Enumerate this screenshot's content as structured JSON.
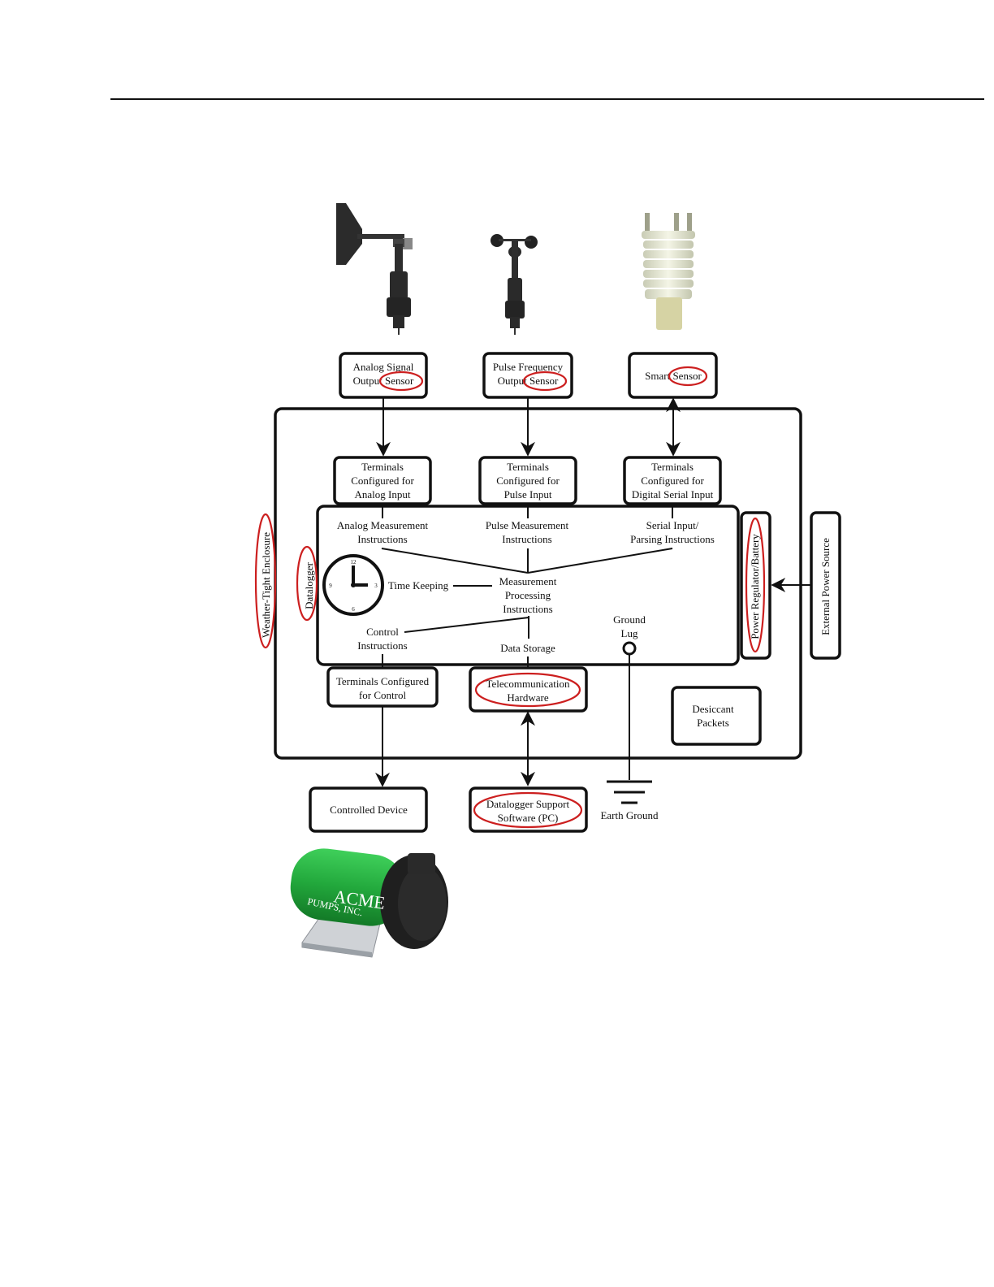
{
  "colors": {
    "ink": "#111111",
    "highlight": "#cc1f1f",
    "pump_green": "#22a83c"
  },
  "sensors": {
    "analog": [
      "Analog Signal",
      "Output Sensor"
    ],
    "pulse": [
      "Pulse Frequency",
      "Output Sensor"
    ],
    "smart": "Smart Sensor"
  },
  "terminals": {
    "analog": [
      "Terminals",
      "Configured for",
      "Analog Input"
    ],
    "pulse": [
      "Terminals",
      "Configured for",
      "Pulse Input"
    ],
    "serial": [
      "Terminals",
      "Configured for",
      "Digital Serial Input"
    ],
    "control": [
      "Terminals Configured",
      "for Control"
    ]
  },
  "datalogger": {
    "label": "Datalogger",
    "analog_instr": [
      "Analog Measurement",
      "Instructions"
    ],
    "pulse_instr": [
      "Pulse Measurement",
      "Instructions"
    ],
    "serial_instr": [
      "Serial Input/",
      "Parsing Instructions"
    ],
    "time_keeping": "Time Keeping",
    "processing": [
      "Measurement",
      "Processing",
      "Instructions"
    ],
    "control_instr": [
      "Control",
      "Instructions"
    ],
    "data_storage": "Data Storage",
    "ground_lug": [
      "Ground",
      "Lug"
    ],
    "clock_numbers": [
      "12",
      "3",
      "6",
      "9"
    ]
  },
  "enclosure": "Weather-Tight Enclosure",
  "power_regulator": "Power Regulator/Battery",
  "external_power": "External Power Source",
  "telecom": [
    "Telecommunication",
    "Hardware"
  ],
  "desiccant": [
    "Desiccant",
    "Packets"
  ],
  "controlled_device": "Controlled Device",
  "support_software": [
    "Datalogger Support",
    "Software (PC)"
  ],
  "earth_ground": "Earth Ground",
  "pump_logo": [
    "ACME",
    "PUMPS, INC."
  ]
}
